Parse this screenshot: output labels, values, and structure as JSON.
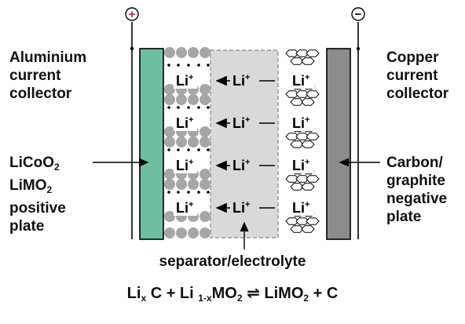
{
  "terminals": {
    "positive": "+",
    "negative": "−"
  },
  "left_labels": {
    "collector": [
      "Aluminium",
      "current",
      "collector"
    ],
    "cathode_line1_main": "LiCoO",
    "cathode_line1_sub": "2",
    "cathode_line2_main": "LiMO",
    "cathode_line2_sub": "2",
    "cathode_rest": [
      "positive",
      "plate"
    ]
  },
  "right_labels": {
    "collector": [
      "Copper",
      "current",
      "collector"
    ],
    "anode": [
      "Carbon/",
      "graphite",
      "negative",
      "plate"
    ]
  },
  "ions": {
    "symbol": "Li",
    "charge": "+"
  },
  "separator_label": "separator/electrolyte",
  "equation": {
    "a": "Li",
    "a_sub": "x",
    "b": "C + Li",
    "b_sub": "1-x",
    "c": "MO",
    "c_sub": "2",
    "arrow": "⇌",
    "d": "LiMO",
    "d_sub": "2",
    "e": "+ C"
  },
  "colors": {
    "aluminium_plate": "#6dbfa0",
    "copper_plate": "#8c8c8c",
    "separator": "#d9d9d9",
    "cathode_spheres": "#a6a6a6",
    "terminal_positive": "#d0202a"
  }
}
